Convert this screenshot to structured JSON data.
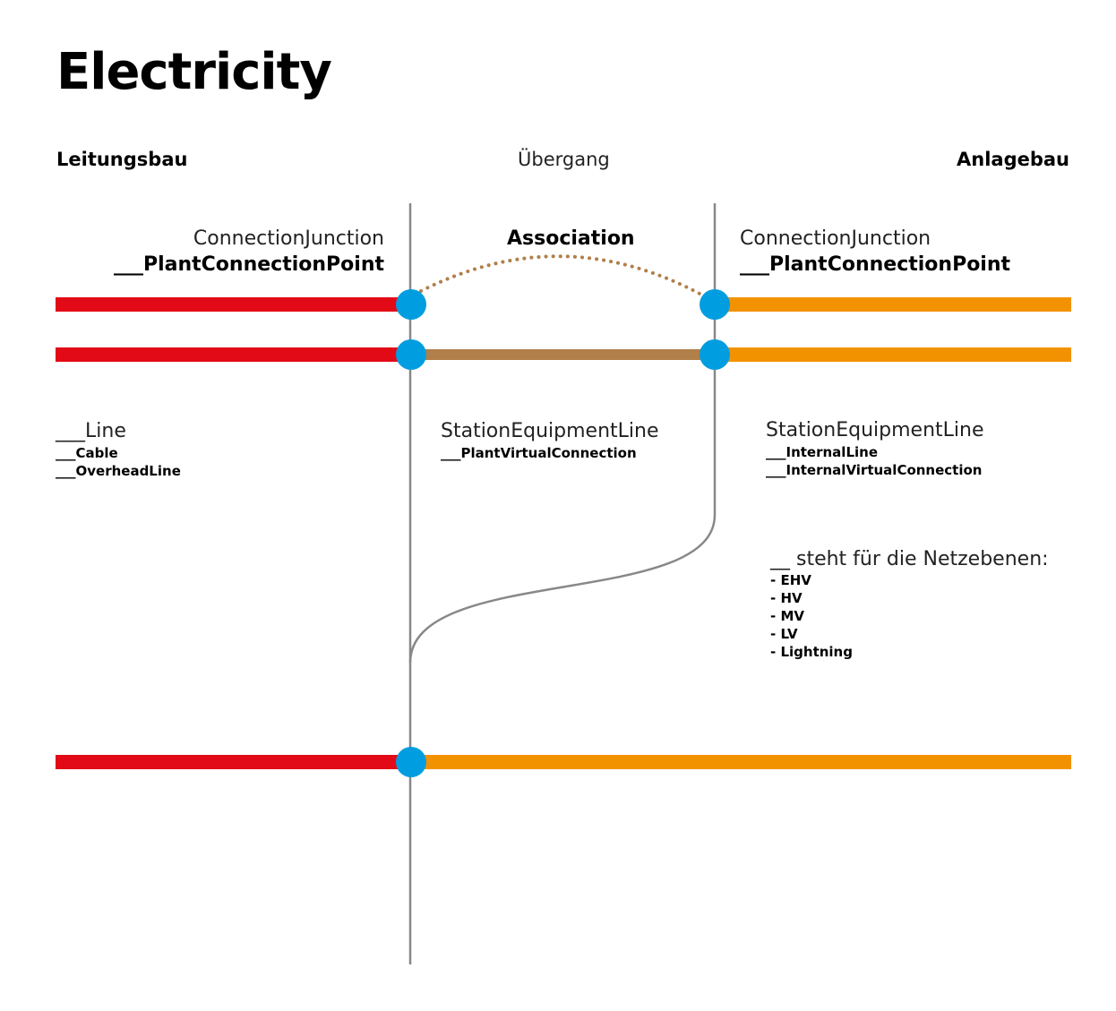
{
  "title": "Electricity",
  "columns": {
    "left": "Leitungsbau",
    "middle": "Übergang",
    "right": "Anlagebau"
  },
  "junction_left": {
    "type": "ConnectionJunction",
    "name": "___PlantConnectionPoint"
  },
  "junction_right": {
    "type": "ConnectionJunction",
    "name": "___PlantConnectionPoint"
  },
  "association_label": "Association",
  "line_left": {
    "main": "___Line",
    "items": [
      "___Cable",
      "___OverheadLine"
    ]
  },
  "line_middle": {
    "main": "StationEquipmentLine",
    "items": [
      "___PlantVirtualConnection"
    ]
  },
  "line_right": {
    "main": "StationEquipmentLine",
    "items": [
      "___InternalLine",
      "___InternalVirtualConnection"
    ]
  },
  "legend": {
    "heading": "__ steht für die Netzebenen:",
    "items": [
      "- EHV",
      "- HV",
      "- MV",
      "- LV",
      "- Lightning"
    ]
  },
  "colors": {
    "leitungsbau": "#e20a17",
    "anlagebau": "#f39200",
    "virtual": "#b07f4a",
    "node": "#009de0",
    "divider": "#888888",
    "association": "#b07f4a"
  }
}
